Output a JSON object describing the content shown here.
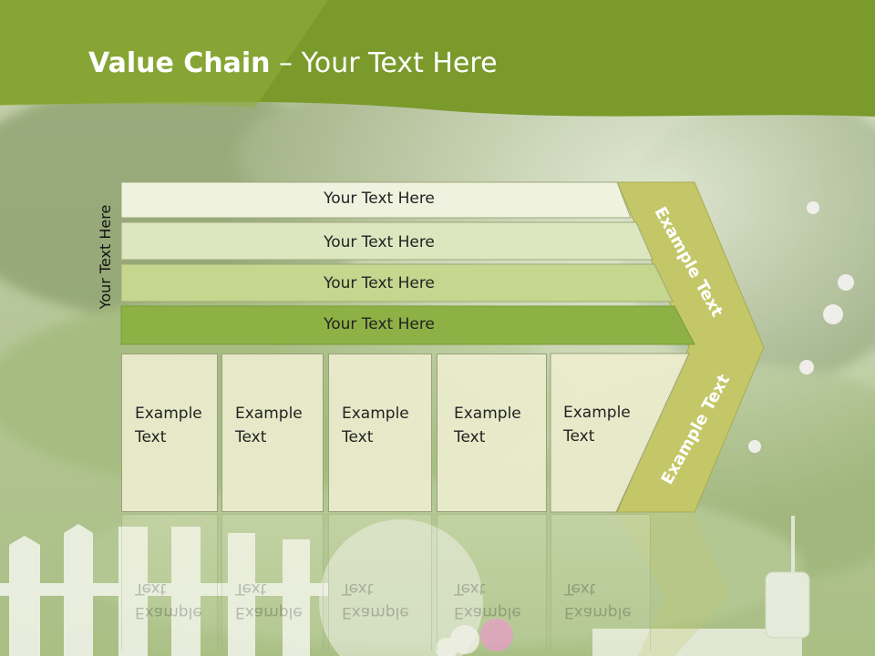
{
  "slide": {
    "title_bold": "Value Chain",
    "title_rest": " – Your Text Here",
    "side_label": "Your Text Here"
  },
  "rows": [
    {
      "label": "Your Text Here",
      "color": "#eef2df"
    },
    {
      "label": "Your Text Here",
      "color": "#dce6bf"
    },
    {
      "label": "Your Text Here",
      "color": "#c5d68e"
    },
    {
      "label": "Your Text Here",
      "color": "#8db145"
    }
  ],
  "boxes": [
    {
      "line1": "Example",
      "line2": "Text"
    },
    {
      "line1": "Example",
      "line2": "Text"
    },
    {
      "line1": "Example",
      "line2": "Text"
    },
    {
      "line1": "Example",
      "line2": "Text"
    },
    {
      "line1": "Example",
      "line2": "Text"
    }
  ],
  "chevron": {
    "top_label": "Example Text",
    "bottom_label": "Example Text",
    "color": "#c4c768"
  },
  "colors": {
    "header": "#7a9a2c",
    "header_light": "#9ab84a"
  }
}
